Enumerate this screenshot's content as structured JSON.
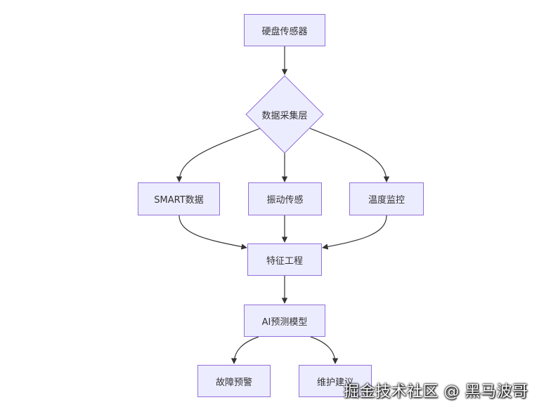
{
  "diagram": {
    "nodes": {
      "disk_sensor": "硬盘传感器",
      "data_collection": "数据采集层",
      "smart_data": "SMART数据",
      "vibration": "振动传感",
      "temperature": "温度监控",
      "feature_eng": "特征工程",
      "ai_model": "AI预测模型",
      "fault_warning": "故障预警",
      "maintenance": "维护建议"
    },
    "edges": [
      [
        "disk_sensor",
        "data_collection"
      ],
      [
        "data_collection",
        "smart_data"
      ],
      [
        "data_collection",
        "vibration"
      ],
      [
        "data_collection",
        "temperature"
      ],
      [
        "smart_data",
        "feature_eng"
      ],
      [
        "vibration",
        "feature_eng"
      ],
      [
        "temperature",
        "feature_eng"
      ],
      [
        "feature_eng",
        "ai_model"
      ],
      [
        "ai_model",
        "fault_warning"
      ],
      [
        "ai_model",
        "maintenance"
      ]
    ],
    "colors": {
      "node_fill": "#ececff",
      "node_stroke": "#9370db",
      "edge": "#333333"
    }
  },
  "watermark": "掘金技术社区 @ 黑马波哥"
}
